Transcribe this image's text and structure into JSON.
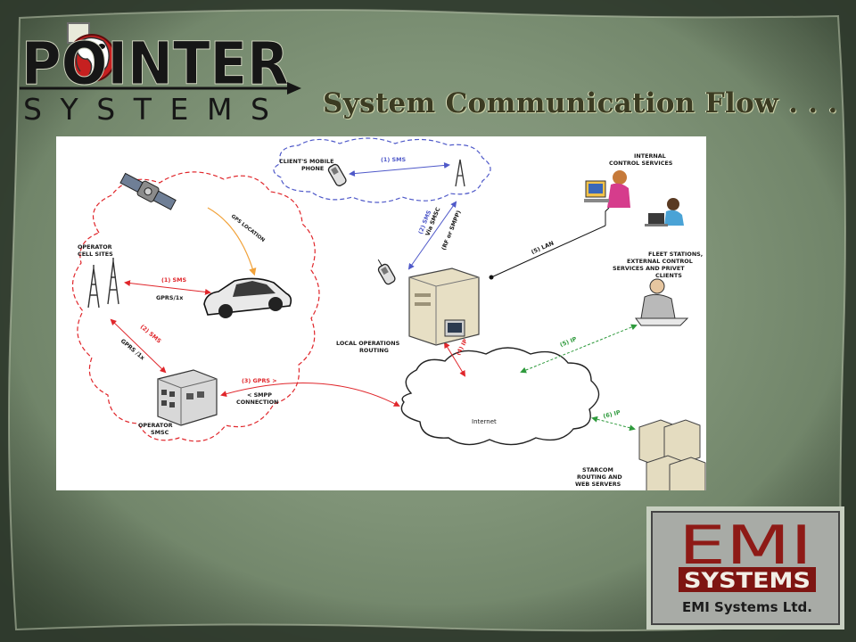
{
  "slide": {
    "title": "System Communication Flow . . ."
  },
  "logo_pointer": {
    "word_top": "POINTER",
    "word_bottom": "SYSTEMS"
  },
  "logo_emi": {
    "big": "EMI",
    "mid": "SYSTEMS",
    "small": "EMI Systems Ltd."
  },
  "diagram": {
    "labels": {
      "clients_mobile": [
        "CLIENT'S MOBILE",
        "PHONE"
      ],
      "sms1_top": "(1) SMS",
      "gps_location": "GPS LOCATION",
      "operator_cell_sites": [
        "OPERATOR",
        "CELL SITES"
      ],
      "sms1_car": "(1) SMS",
      "gprs1x_car": "GPRS/1x",
      "sms2": "(2) SMS",
      "gprs1x_left": "GPRS /1x",
      "sms2_via": [
        "(2) SMS",
        "Via SMSC",
        "(RF or SMPP)"
      ],
      "local_ops": [
        "LOCAL OPERATIONS",
        "ROUTING"
      ],
      "operator_smsc": [
        "OPERATOR",
        "SMSC"
      ],
      "gprs3": "(3) GPRS >",
      "smpp": [
        "< SMPP",
        "CONNECTION"
      ],
      "internet": "Internet",
      "ip4": "(4) IP",
      "ip5": "(5) IP",
      "lan5": "(5) LAN",
      "ip6": "(6) IP",
      "internal_control": [
        "INTERNAL",
        "CONTROL SERVICES"
      ],
      "fleet": [
        "FLEET STATIONS,",
        "EXTERNAL CONTROL",
        "SERVICES  AND PRIVET",
        "CLIENTS"
      ],
      "starcom": [
        "STARCOM",
        "ROUTING AND",
        "WEB SERVERS"
      ]
    },
    "colors": {
      "red": "#e0262b",
      "blue": "#4f59c9",
      "green": "#2e9a3c",
      "orange": "#f1a23a"
    }
  }
}
